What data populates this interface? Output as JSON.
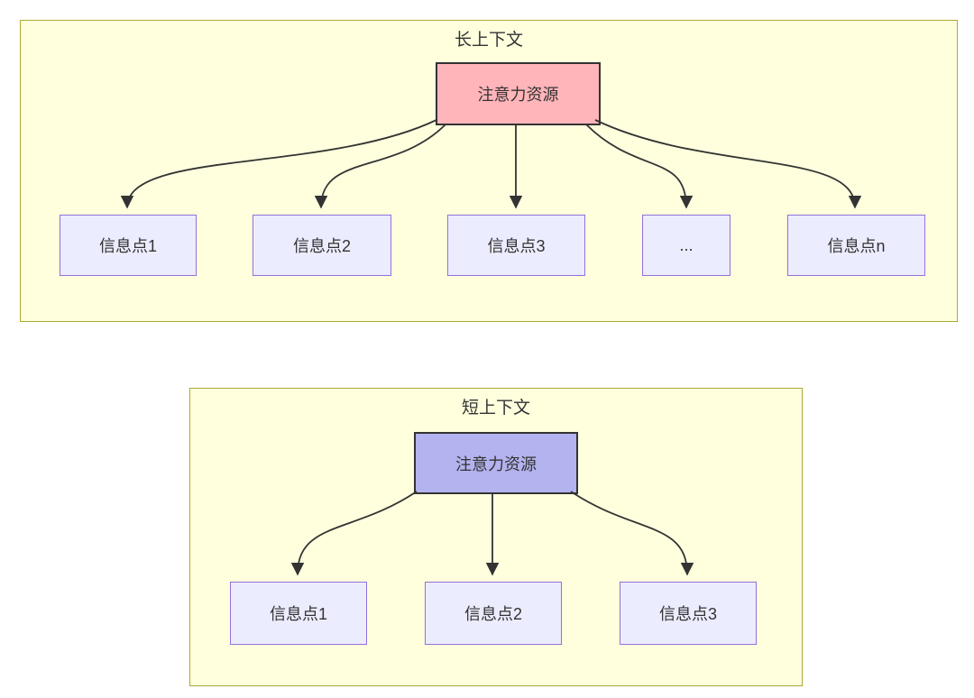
{
  "diagram": {
    "type": "flowchart",
    "description": "Comparison of attention resource allocation between long context and short context"
  },
  "colors": {
    "cluster_fill": "#ffffde",
    "cluster_border": "#aaaa33",
    "info_node_fill": "#ececff",
    "info_node_border": "#9370db",
    "attention_long_fill": "#ffb5ba",
    "attention_short_fill": "#b3b3ef",
    "attention_border": "#333333",
    "edge_color": "#333333",
    "text_color": "#333333"
  },
  "long_context": {
    "title": "长上下文",
    "attention": {
      "label": "注意力资源"
    },
    "nodes": [
      {
        "label": "信息点1"
      },
      {
        "label": "信息点2"
      },
      {
        "label": "信息点3"
      },
      {
        "label": "..."
      },
      {
        "label": "信息点n"
      }
    ]
  },
  "short_context": {
    "title": "短上下文",
    "attention": {
      "label": "注意力资源"
    },
    "nodes": [
      {
        "label": "信息点1"
      },
      {
        "label": "信息点2"
      },
      {
        "label": "信息点3"
      }
    ]
  }
}
